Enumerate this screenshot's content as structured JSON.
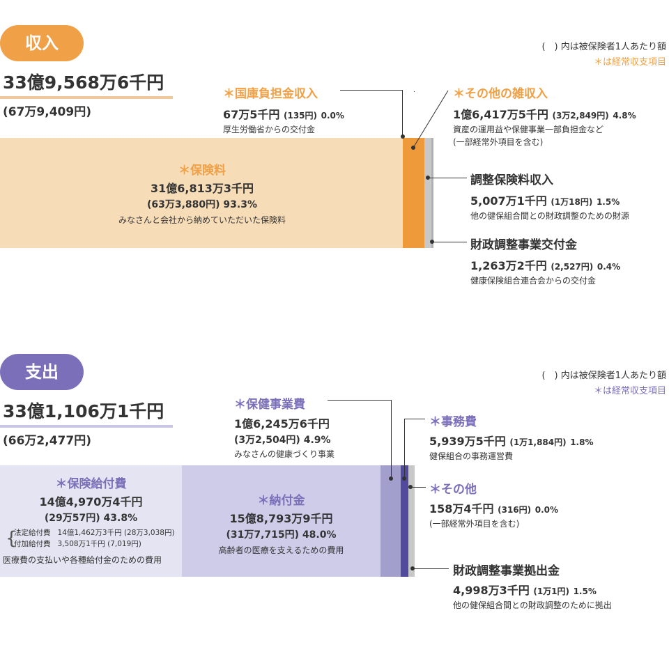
{
  "income": {
    "title": "収入",
    "note": "(　) 内は被保険者1人あたり額",
    "star_note": "＊は経常収支項目",
    "total": "33億9,568万6千円",
    "per_person": "(67万9,409円)",
    "items": [
      {
        "label": "＊保険料",
        "amount": "31億6,813万3千円",
        "per": "(63万3,880円)",
        "pct": "93.3%",
        "desc": "みなさんと会社から納めていただいた保険料"
      },
      {
        "label": "＊国庫負担金収入",
        "amount": "67万5千円",
        "per": "(135円)",
        "pct": "0.0%",
        "desc": "厚生労働省からの交付金"
      },
      {
        "label": "＊その他の雑収入",
        "amount": "1億6,417万5千円",
        "per": "(3万2,849円)",
        "pct": "4.8%",
        "desc": "資産の運用益や保健事業一部負担金など",
        "desc2": "(一部経常外項目を含む)"
      },
      {
        "label": "調整保険料収入",
        "amount": "5,007万1千円",
        "per": "(1万18円)",
        "pct": "1.5%",
        "desc": "他の健保組合間との財政調整のための財源"
      },
      {
        "label": "財政調整事業交付金",
        "amount": "1,263万2千円",
        "per": "(2,527円)",
        "pct": "0.4%",
        "desc": "健康保険組合連合会からの交付金"
      }
    ]
  },
  "expense": {
    "title": "支出",
    "note": "(　) 内は被保険者1人あたり額",
    "star_note": "＊は経常収支項目",
    "total": "33億1,106万1千円",
    "per_person": "(66万2,477円)",
    "items": [
      {
        "label": "＊保険給付費",
        "amount": "14億4,970万4千円",
        "per": "(29万57円)",
        "pct": "43.8%",
        "desc": "医療費の支払いや各種給付金のための費用",
        "sub": [
          {
            "name": "法定給付費",
            "value": "14億1,462万3千円 (28万3,038円)"
          },
          {
            "name": "付加給付費",
            "value": "3,508万1千円 (7,019円)"
          }
        ]
      },
      {
        "label": "＊納付金",
        "amount": "15億8,793万9千円",
        "per": "(31万7,715円)",
        "pct": "48.0%",
        "desc": "高齢者の医療を支えるための費用"
      },
      {
        "label": "＊保健事業費",
        "amount": "1億6,245万6千円",
        "per": "(3万2,504円)",
        "pct": "4.9%",
        "desc": "みなさんの健康づくり事業"
      },
      {
        "label": "＊事務費",
        "amount": "5,939万5千円",
        "per": "(1万1,884円)",
        "pct": "1.8%",
        "desc": "健保組合の事務運営費"
      },
      {
        "label": "＊その他",
        "amount": "158万4千円",
        "per": "(316円)",
        "pct": "0.0%",
        "desc": "(一部経常外項目を含む)"
      },
      {
        "label": "財政調整事業拠出金",
        "amount": "4,998万3千円",
        "per": "(1万1円)",
        "pct": "1.5%",
        "desc": "他の健保組合間との財政調整のために拠出"
      }
    ]
  },
  "colors": {
    "income_accent": "#f0a046",
    "income_light": "#f7dcb8",
    "income_orange": "#ee9a3a",
    "income_gray": "#c8c8c8",
    "expense_accent": "#7a6fb8",
    "expense_light1": "#e5e4f2",
    "expense_light2": "#cfcce9",
    "expense_mid": "#a39fcd",
    "expense_dark": "#524a9c",
    "expense_gray": "#c8c8c8"
  },
  "chart_data": [
    {
      "type": "bar",
      "title": "収入",
      "categories": [
        "保険料",
        "国庫負担金収入",
        "その他の雑収入",
        "調整保険料収入",
        "財政調整事業交付金"
      ],
      "values": [
        93.3,
        0.0,
        4.8,
        1.5,
        0.4
      ],
      "unit": "%"
    },
    {
      "type": "bar",
      "title": "支出",
      "categories": [
        "保険給付費",
        "納付金",
        "保健事業費",
        "事務費",
        "その他",
        "財政調整事業拠出金"
      ],
      "values": [
        43.8,
        48.0,
        4.9,
        1.8,
        0.0,
        1.5
      ],
      "unit": "%"
    }
  ]
}
